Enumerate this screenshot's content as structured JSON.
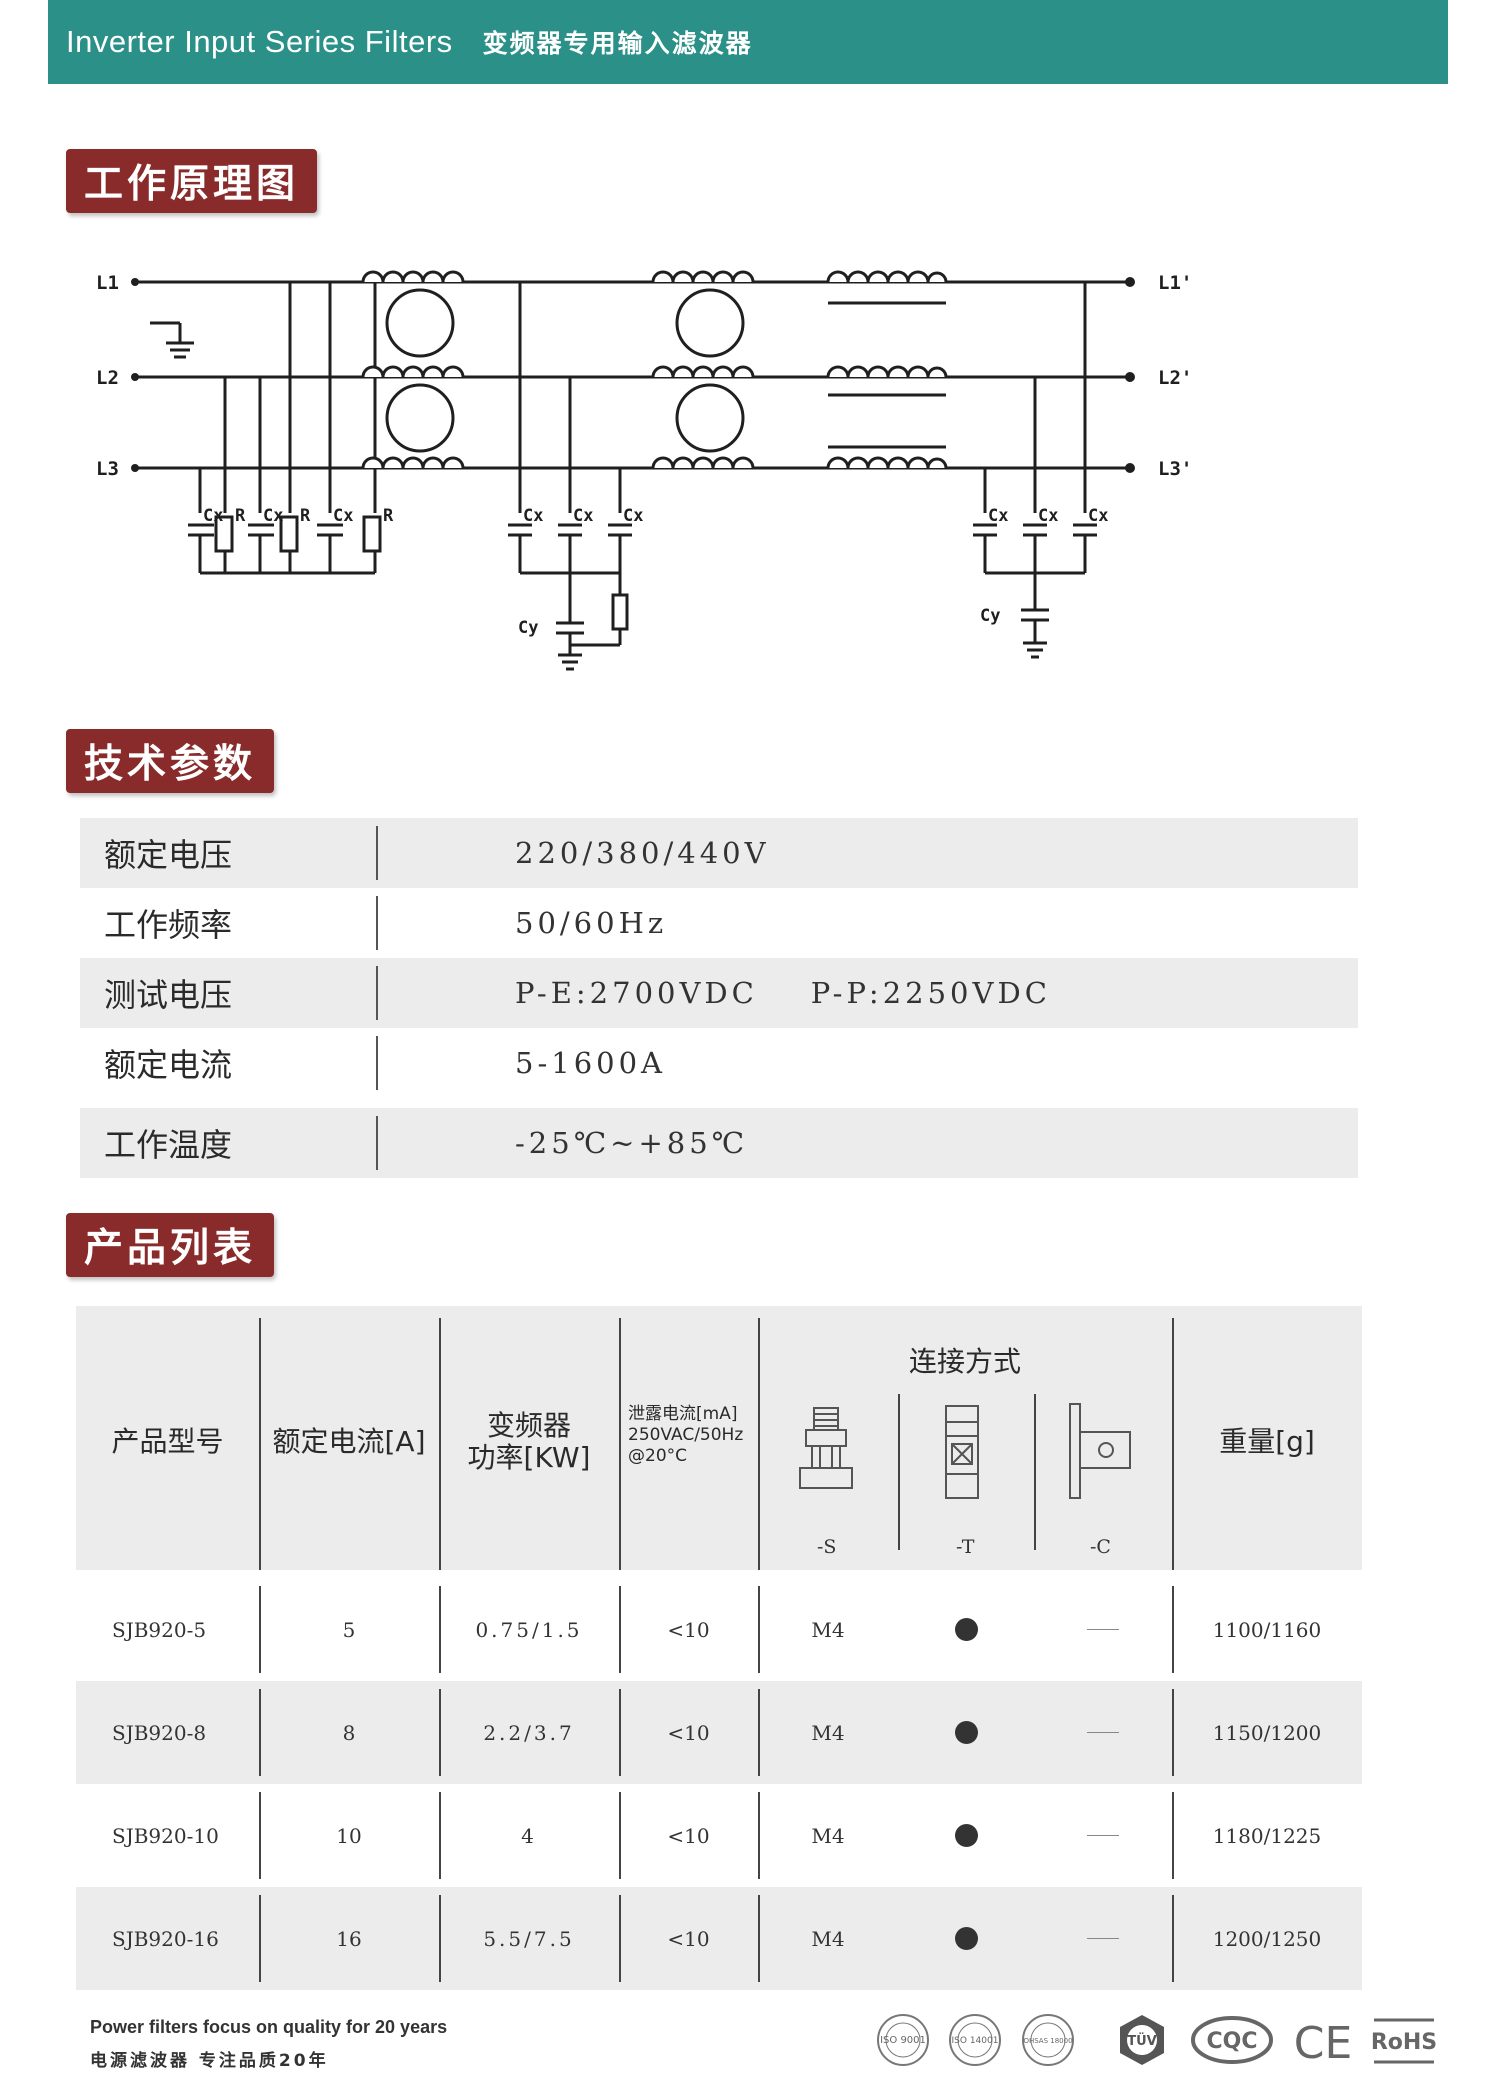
{
  "header": {
    "title_en": "Inverter Input Series Filters",
    "title_zh": "变频器专用输入滤波器"
  },
  "sections": {
    "principle": "工作原理图",
    "params": "技术参数",
    "products": "产品列表"
  },
  "diagram": {
    "left_labels": [
      "L1",
      "L2",
      "L3"
    ],
    "right_labels": [
      "L1'",
      "L2'",
      "L3'"
    ],
    "cx": "Cx",
    "r": "R",
    "cy": "Cy"
  },
  "specs": [
    {
      "label": "额定电压",
      "value": "220/380/440V"
    },
    {
      "label": "工作频率",
      "value": "50/60Hz"
    },
    {
      "label": "测试电压",
      "value": "P-E:2700VDC    P-P:2250VDC"
    },
    {
      "label": "额定电流",
      "value": "5-1600A"
    },
    {
      "label": "工作温度",
      "value": "-25℃~+85℃"
    }
  ],
  "product_table": {
    "headers": {
      "model": "产品型号",
      "current": "额定电流[A]",
      "power_line1": "变频器",
      "power_line2": "功率[KW]",
      "leak_line1": "泄露电流[mA]",
      "leak_line2": "250VAC/50Hz",
      "leak_line3": "@20°C",
      "connection": "连接方式",
      "conn_s": "-S",
      "conn_t": "-T",
      "conn_c": "-C",
      "weight": "重量[g]"
    },
    "rows": [
      {
        "model": "SJB920-5",
        "current": "5",
        "power": "0.75/1.5",
        "leak": "<10",
        "s": "M4",
        "t": "●",
        "c": "——",
        "weight": "1100/1160"
      },
      {
        "model": "SJB920-8",
        "current": "8",
        "power": "2.2/3.7",
        "leak": "<10",
        "s": "M4",
        "t": "●",
        "c": "——",
        "weight": "1150/1200"
      },
      {
        "model": "SJB920-10",
        "current": "10",
        "power": "4",
        "leak": "<10",
        "s": "M4",
        "t": "●",
        "c": "——",
        "weight": "1180/1225"
      },
      {
        "model": "SJB920-16",
        "current": "16",
        "power": "5.5/7.5",
        "leak": "<10",
        "s": "M4",
        "t": "●",
        "c": "——",
        "weight": "1200/1250"
      }
    ]
  },
  "footer": {
    "en": "Power filters focus on quality for 20 years",
    "zh": "电源滤波器 专注品质20年"
  },
  "certs": {
    "iso9001": "ISO 9001",
    "iso14001": "ISO 14001",
    "ohsas": "OHSAS 18000",
    "tuv": "TÜV",
    "cqc": "CQC",
    "ce": "CE",
    "rohs": "RoHS"
  },
  "colors": {
    "header": "#2a9088",
    "section_tag": "#8a2b2b",
    "row_shade": "#ececec"
  }
}
